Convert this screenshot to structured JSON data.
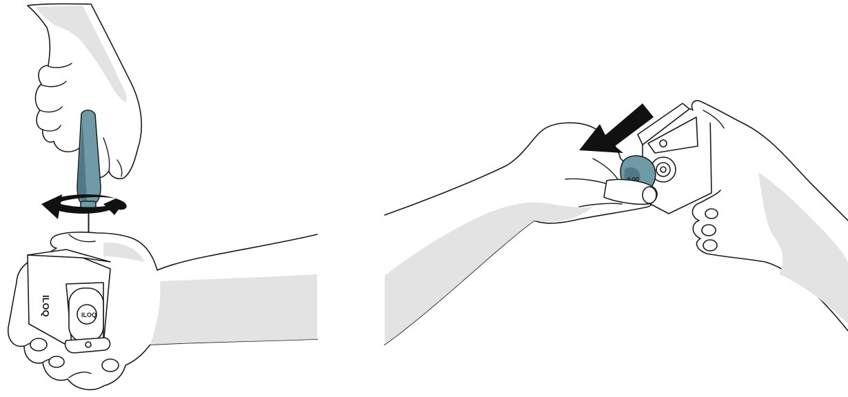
{
  "figures": [
    {
      "id": "step-1",
      "brand_mark": "ILOQ"
    },
    {
      "id": "step-2",
      "brand_mark": "ILOQ"
    }
  ],
  "colors": {
    "tool_accent": "#6e9ba6",
    "tool_accent_dark": "#4f7a85",
    "skin_shade": "#e3e3e3",
    "outline": "#1a1a1a",
    "arrow": "#111111",
    "padlock_body": "#ffffff"
  },
  "icons": {
    "rotation": "rotate-arrow-icon",
    "direction": "pull-arrow-icon"
  }
}
